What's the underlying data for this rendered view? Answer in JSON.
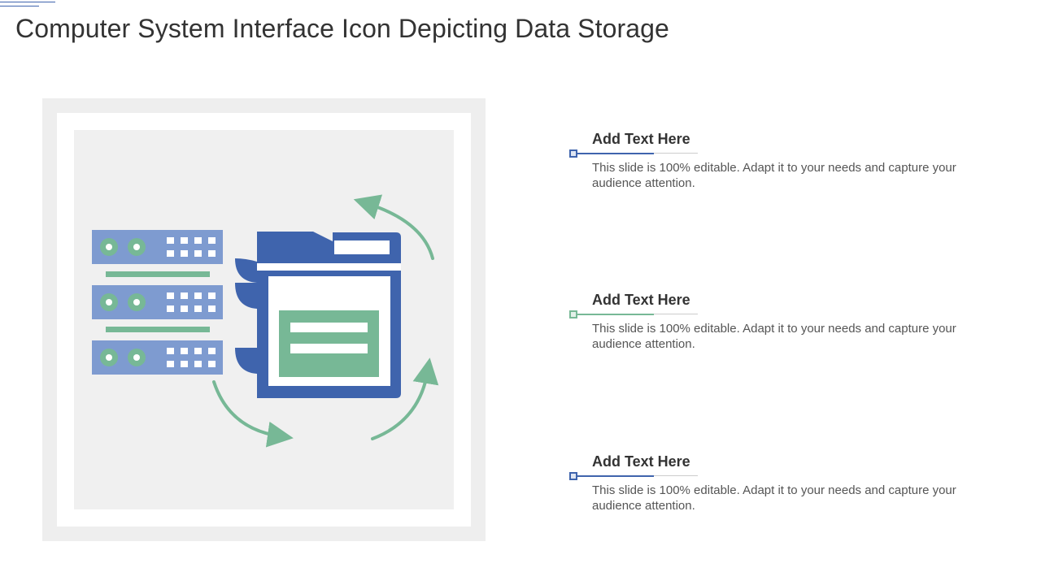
{
  "slide": {
    "title": "Computer System Interface Icon Depicting Data Storage"
  },
  "colors": {
    "blue": "#3f64ad",
    "light_blue": "#7e9bd0",
    "green": "#77b896",
    "panel_gray": "#f0f0f0"
  },
  "icons": {
    "illustration": "server-to-browser-data-storage-icon"
  },
  "items": [
    {
      "heading": "Add Text Here",
      "body": "This slide is 100% editable. Adapt it to your  needs and capture your audience attention."
    },
    {
      "heading": "Add Text Here",
      "body": "This slide is 100% editable. Adapt it to your  needs and capture your audience attention."
    },
    {
      "heading": "Add Text Here",
      "body": "This slide is 100% editable. Adapt it to your  needs and capture your audience attention."
    }
  ]
}
